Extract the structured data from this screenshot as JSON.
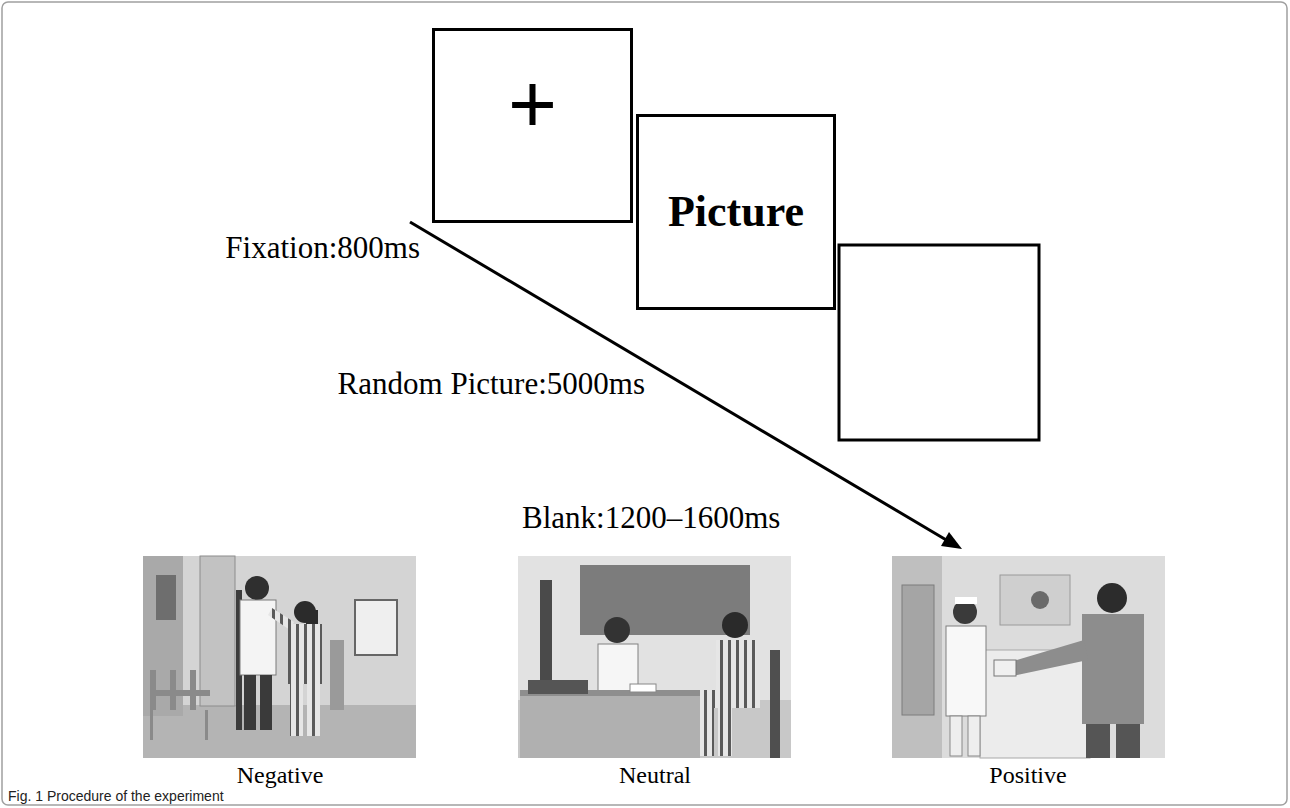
{
  "diagram": {
    "caption": "Fig. 1 Procedure of the experiment",
    "nodes": [
      {
        "text": [
          "+"
        ]
      },
      {
        "text": [
          "Picture"
        ]
      }
    ],
    "labels": [
      "Fixation:800ms",
      "Random Picture:5000ms",
      "Blank:1200–1600ms",
      "Negative",
      "Neutral",
      "Positive"
    ]
  }
}
